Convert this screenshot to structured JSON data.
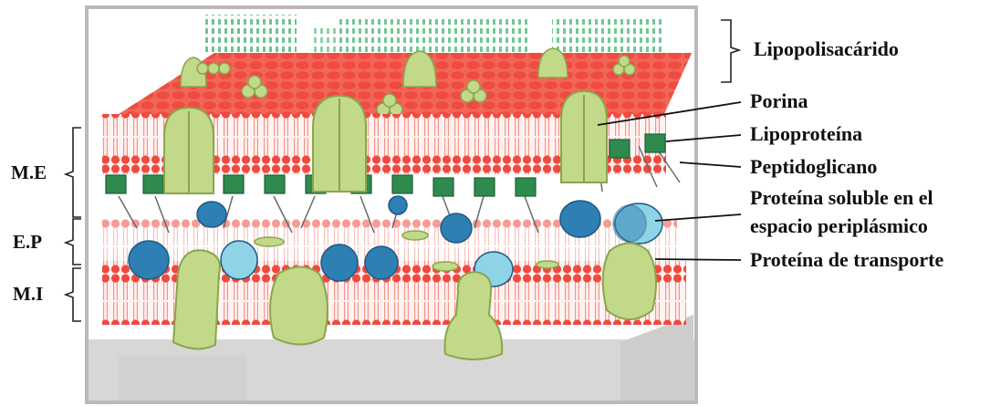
{
  "labels": {
    "lipopolisacarido": "Lipopolisacárido",
    "porina": "Porina",
    "lipoproteina": "Lipoproteína",
    "peptidoglicano": "Peptidoglicano",
    "proteina_soluble_l1": "Proteína soluble en el",
    "proteina_soluble_l2": "espacio periplásmico",
    "proteina_transporte": "Proteína de transporte",
    "me": "M.E",
    "ep": "E.P",
    "mi": "M.I"
  },
  "colors": {
    "lipid_head": "#f0493f",
    "lipid_tail": "#f7a39a",
    "membrane_top": "#f26b5e",
    "protein_green": "#c3d98a",
    "protein_green_dark": "#97b25a",
    "peptidoglycan": "#2f8a4e",
    "blue_protein": "#2e7fb3",
    "light_blue_protein": "#8fd3e6",
    "lps_chain": "#55b77a",
    "base_gray": "#d6d4d2",
    "frame_gray": "#b9b6b3"
  }
}
